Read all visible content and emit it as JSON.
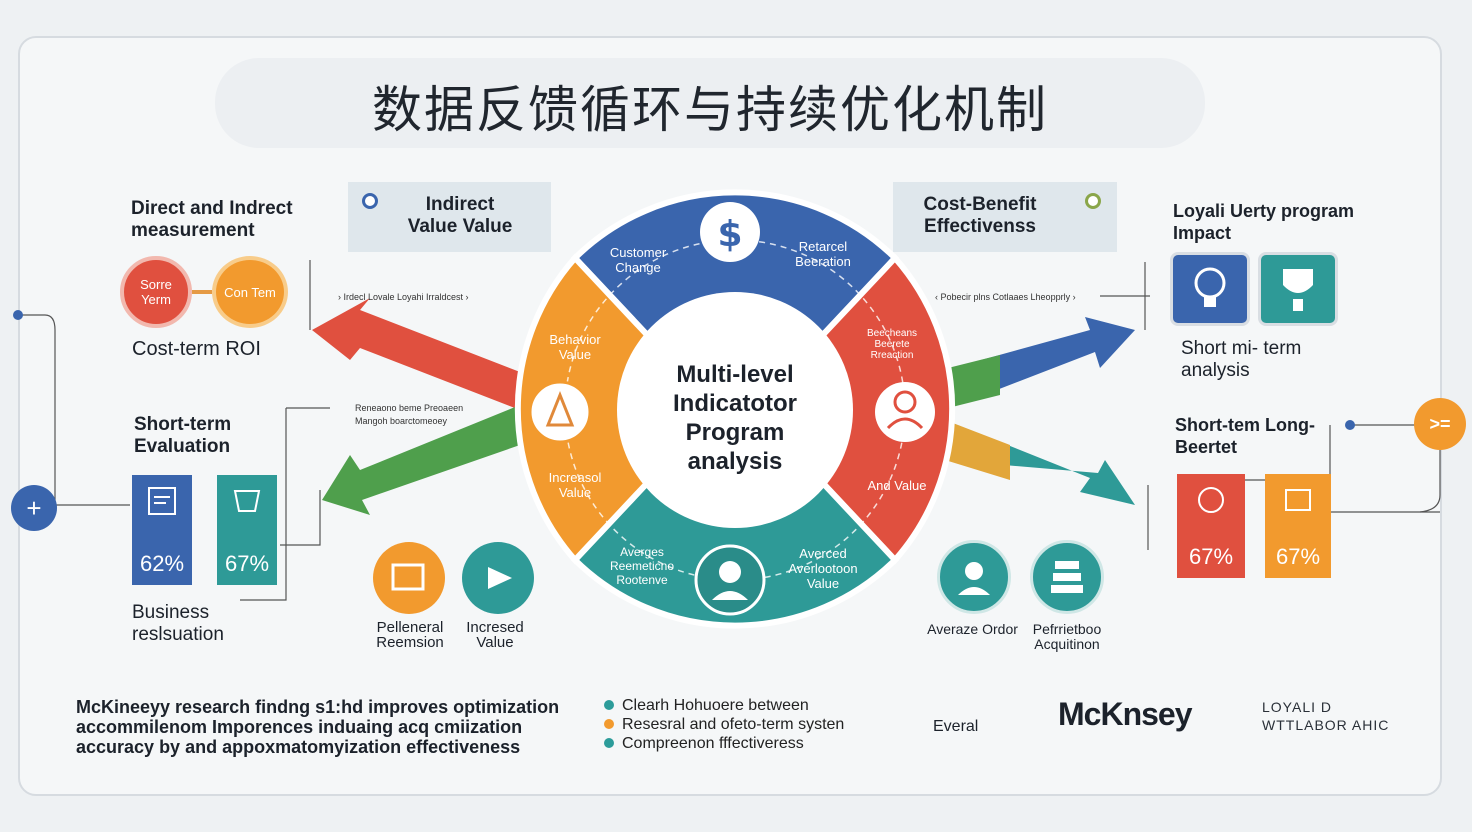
{
  "title": "数据反馈循环与持续优化机制",
  "center": {
    "text": "Multi-level Indicatotor Program analysis"
  },
  "ring": {
    "top_left": "Customer Change",
    "top_right": "Retarcel Beeration",
    "left_top": "Behavior Value",
    "left_bottom": "Increasol Value",
    "right_top": "Beecheans Beerete Rreaction",
    "right_bottom": "And Value",
    "bottom_left": "Averges Reemeticno Rootenve",
    "bottom_right": "Averced Averlootoon Value"
  },
  "left": {
    "heading": "Direct and Indrect measurement",
    "circle1": "Sorre Yerm",
    "circle2": "Con Tem",
    "roi": "Cost-term ROI",
    "eval_heading": "Short-term Evaluation",
    "card1_pct": "62%",
    "card2_pct": "67%",
    "business": "Business reslsuation",
    "icon1_label": "Pelleneral Reemsion",
    "icon2_label": "Incresed Value",
    "arrow_note": "› Irdecl Lovale Loyahi Irraldcest ›",
    "note2a": "Reneaono beme Preoaeen",
    "note2b": "Mangoh boarctomeoey"
  },
  "top_boxes": {
    "indirect": "Indirect Value Value",
    "cost": "Cost-Benefit Effectivenss"
  },
  "right": {
    "heading": "Loyali Uerty program Impact",
    "analysis": "Short mi- term analysis",
    "long_heading": "Short-tem Long-Beertet",
    "card1_pct": "67%",
    "card2_pct": "67%",
    "icon1_label": "Averaze Ordor",
    "icon2_label": "Pefrrietboo Acquitinon",
    "arrow_note": "‹ Pobecir plns Cotlaaes Lheopprly ›",
    "badge": ">="
  },
  "plus_button": "+",
  "bottom": {
    "finding": "McKineeyy research findng s1:hd improves optimization accommilenom Imporences induaing acq cmiization accuracy by and appoxmatomyization effectiveness",
    "bullet1": "Clearh Hohuoere between",
    "bullet2": "Resesral and ofeto-term systen",
    "bullet3": "Compreenon fffectiveress",
    "everal": "Everal",
    "brand": "McKnsey",
    "loyalty_line1": "LOYALI D",
    "loyalty_line2": "WTTLABOR AHIC"
  },
  "colors": {
    "blue": "#3a65ad",
    "red": "#e0503f",
    "orange": "#f29a2e",
    "teal": "#2e9a97",
    "green": "#4f9f4c",
    "yellow": "#e2a63a"
  }
}
